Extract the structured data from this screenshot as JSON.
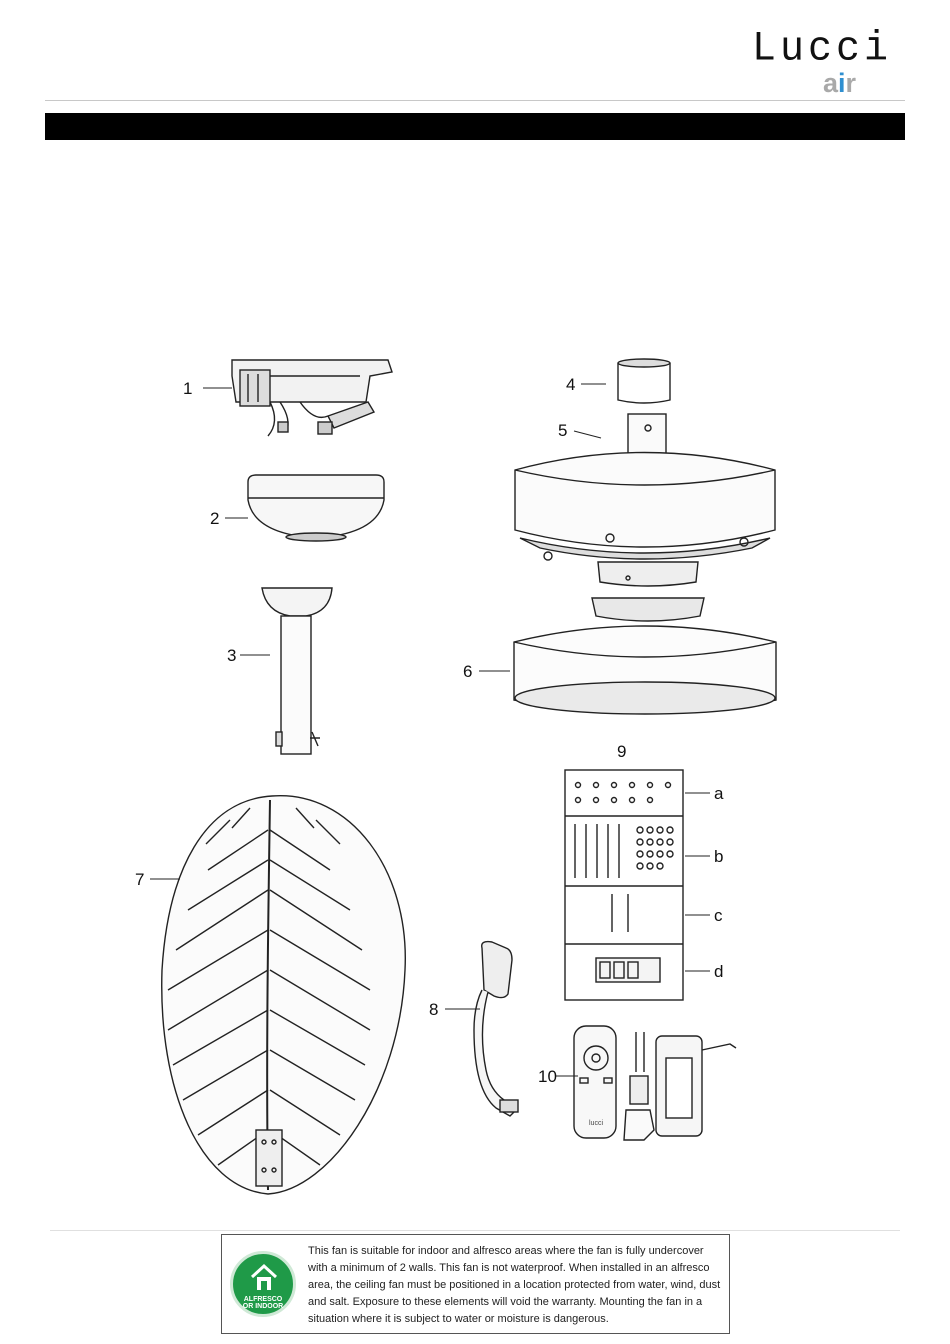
{
  "brand": {
    "logo_top": "Lucci",
    "logo_bottom_a": "a",
    "logo_bottom_i": "i",
    "logo_bottom_r": "r",
    "accent_color": "#2f8fd0"
  },
  "callouts": {
    "c1": "1",
    "c2": "2",
    "c3": "3",
    "c4": "4",
    "c5": "5",
    "c6": "6",
    "c7": "7",
    "c8": "8",
    "c9": "9",
    "c10": "10",
    "ca": "a",
    "cb": "b",
    "cc": "c",
    "cd": "d"
  },
  "remote_label": "lucci",
  "notice": {
    "badge_line1": "ALFRESCO",
    "badge_line2": "OR INDOOR",
    "badge_color": "#1f9a48",
    "text": "This fan is suitable for indoor and alfresco areas where the fan is fully undercover with a minimum of 2 walls. This fan is not waterproof. When installed in an alfresco area, the ceiling fan must be positioned in a location protected from water, wind, dust and salt. Exposure to these elements will void the warranty. Mounting the fan in a situation where it is subject to water or moisture is dangerous."
  }
}
